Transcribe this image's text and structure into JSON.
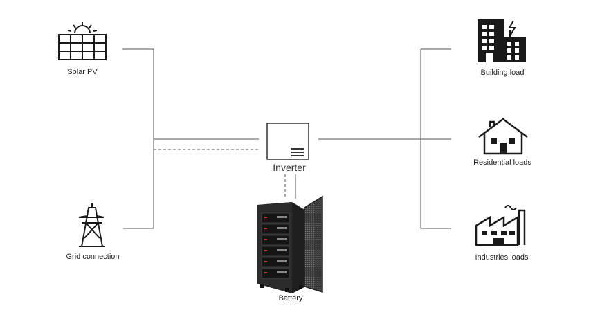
{
  "nodes": {
    "solar": {
      "label": "Solar PV",
      "icon": "solar-panel-icon"
    },
    "grid": {
      "label": "Grid connection",
      "icon": "transmission-tower-icon"
    },
    "inverter": {
      "label": "Inverter",
      "icon": "inverter-icon"
    },
    "battery": {
      "label": "Battery",
      "icon": "battery-cabinet-icon"
    },
    "building": {
      "label": "Building load",
      "icon": "building-icon"
    },
    "residential": {
      "label": "Residential loads",
      "icon": "house-icon"
    },
    "industries": {
      "label": "Industries loads",
      "icon": "factory-icon"
    }
  },
  "colors": {
    "line": "#555555",
    "icon": "#1a1a1a",
    "cabinet": "#2a2a2a",
    "accent": "#c0392b"
  }
}
